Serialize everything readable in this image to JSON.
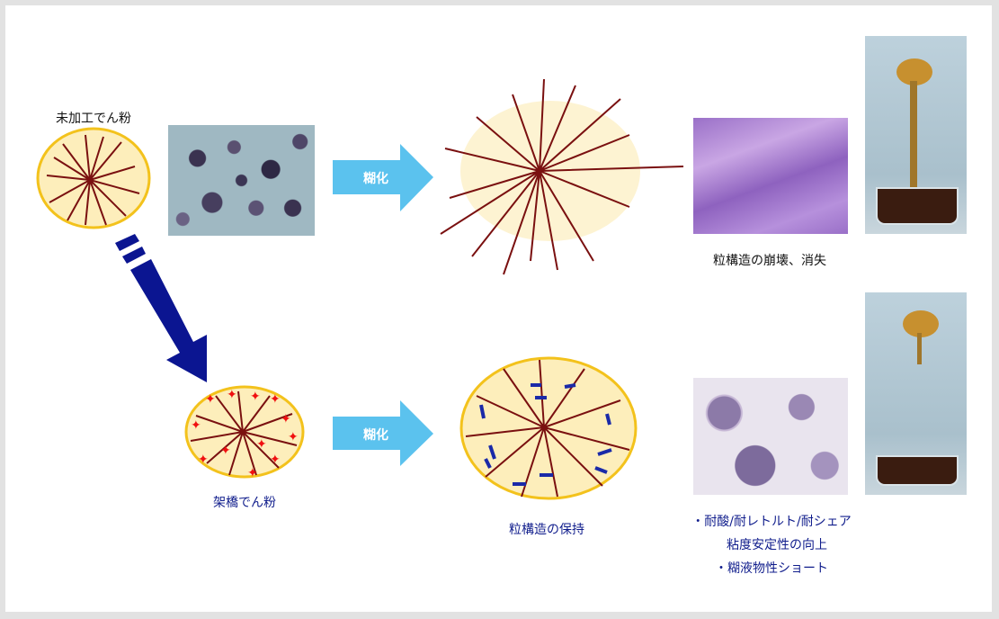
{
  "labels": {
    "native_starch": "未加工でん粉",
    "crosslinked_starch": "架橋でん粉",
    "gelatinization_1": "糊化",
    "gelatinization_2": "糊化",
    "structure_collapse": "粒構造の崩壊、消失",
    "structure_retained": "粒構造の保持"
  },
  "benefits": [
    "・耐酸/耐レトルト/耐シェア",
    "粘度安定性の向上",
    "・糊液物性ショート"
  ],
  "colors": {
    "granule_fill": "#fdeebb",
    "granule_outline": "#f3c21c",
    "chain": "#7a1010",
    "arrow_light": "#5bc2ee",
    "arrow_dark": "#0b1591",
    "crosslink": "#1a2aa8",
    "star": "#f01010"
  }
}
